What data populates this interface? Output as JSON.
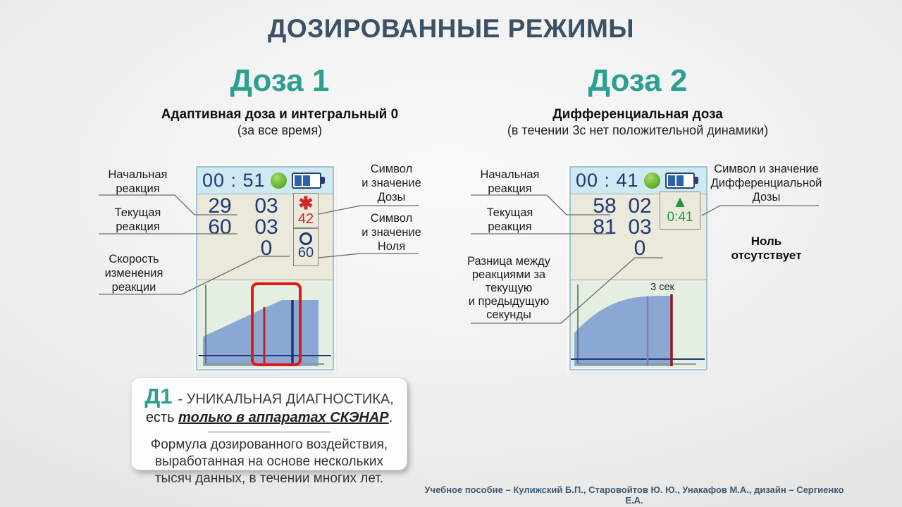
{
  "title": "ДОЗИРОВАННЫЕ РЕЖИМЫ",
  "footer": "Учебное пособие – Кулижский Б.П., Старовойтов Ю. Ю., Унакафов М.А.,  дизайн – Сергиенко Е.А.",
  "colors": {
    "accent_teal": "#2ba091",
    "heading_slate": "#3a5166",
    "digit_navy": "#1e3a72",
    "alert_red": "#d42525",
    "ok_green": "#1f9a3f",
    "battery_blue": "#2b63ae",
    "topbar_blue": "#cfe9f3",
    "screen_cream": "#ebe9dc",
    "graph_green": "#e4efe1",
    "area_blue": "#8aa8d3"
  },
  "dose1": {
    "heading": "Доза 1",
    "subtitle": "Адаптивная доза и интегральный 0",
    "note": "(за все время)",
    "callouts": {
      "initial_reaction": "Начальная\nреакция",
      "current_reaction": "Текущая\nреакция",
      "change_rate": "Скорость\nизменения\nреакции",
      "dose_symbol": "Символ\nи значение\nДозы",
      "zero_symbol": "Символ\nи значение\nНоля"
    },
    "device": {
      "time": "00 : 51",
      "status_icon": "green-circle",
      "battery_icon": "battery-two-thirds",
      "readings": {
        "initial": "29",
        "current": "60",
        "col2": [
          "03",
          "03",
          "0"
        ]
      },
      "dose_box": {
        "symbol": "✱",
        "value": "42"
      },
      "zero_box": {
        "icon": "circle-outline",
        "value": "60"
      },
      "graph": {
        "type": "area",
        "style": "linear-rise-then-plateau",
        "markers": [
          "red-time-line",
          "navy-time-line",
          "red-window-frame",
          "navy-threshold-line"
        ]
      }
    }
  },
  "dose2": {
    "heading": "Доза 2",
    "subtitle": "Дифференциальная доза",
    "note": "(в течении 3с нет положительной динамики)",
    "callouts": {
      "initial_reaction": "Начальная\nреакция",
      "current_reaction": "Текущая\nреакция",
      "difference": "Разница между\nреакциями за\nтекущую\nи предыдущую\nсекунды",
      "diff_dose_symbol": "Символ и значение\nДифференциальной\nДозы",
      "no_zero": "Ноль\nотсутствует"
    },
    "device": {
      "time": "00 : 41",
      "status_icon": "green-circle",
      "battery_icon": "battery-two-thirds",
      "readings": {
        "initial": "58",
        "current": "81",
        "col2": [
          "02",
          "03",
          "0"
        ]
      },
      "diff_box": {
        "symbol": "▲",
        "value": "0:41"
      },
      "graph": {
        "type": "area",
        "style": "curved-rise-then-plateau",
        "label": "3 сек",
        "markers": [
          "purple-time-line",
          "dark-red-end-line",
          "navy-threshold-line"
        ]
      }
    }
  },
  "info_box": {
    "code": "Д1",
    "line1": "- УНИКАЛЬНАЯ ДИАГНОСТИКА,",
    "line2_prefix": "есть",
    "line2_emphasis": "только в аппаратах СКЭНАР",
    "line2_suffix": ".",
    "paragraph": "Формула дозированного воздействия,\nвыработанная на основе нескольких\nтысяч данных,  в течении многих лет."
  }
}
